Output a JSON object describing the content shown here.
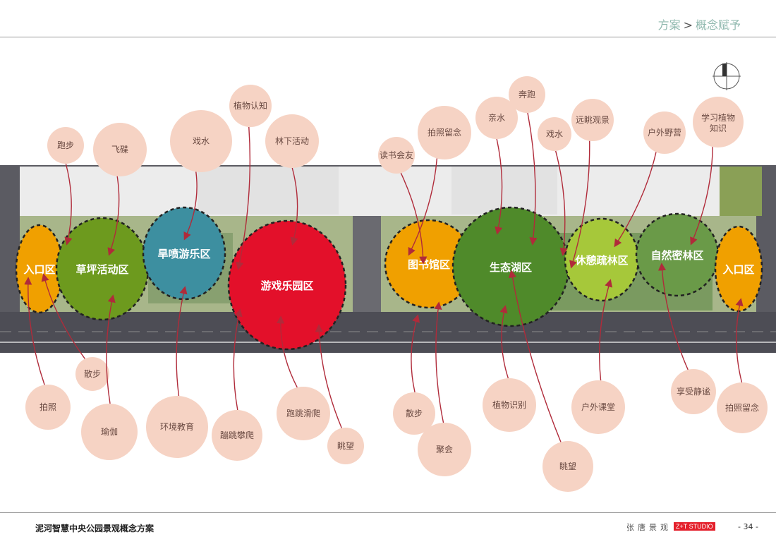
{
  "header": {
    "section": "方案",
    "separator": ">",
    "subsection": "概念赋予"
  },
  "footer": {
    "title": "泥河智慧中央公园景观概念方案",
    "studio_cn": "张唐景观",
    "studio_badge": "Z+T STUDIO",
    "page": "- 34 -"
  },
  "colors": {
    "orange": "#f0a000",
    "green": "#6d9a1e",
    "teal": "#3d8fa0",
    "red": "#e3102a",
    "dark_green": "#4f8a2a",
    "lime": "#a6c83a",
    "forest": "#6a9a48",
    "bubble": "#f6d3c4",
    "arrow": "#b02b3a"
  },
  "zones": [
    {
      "id": "entry-left",
      "label": "入口区",
      "color": "orange"
    },
    {
      "id": "lawn",
      "label": "草坪活动区",
      "color": "green"
    },
    {
      "id": "fountain",
      "label": "旱喷游乐区",
      "color": "teal"
    },
    {
      "id": "playground",
      "label": "游戏乐园区",
      "color": "red"
    },
    {
      "id": "library",
      "label": "图书馆区",
      "color": "orange"
    },
    {
      "id": "eco-lake",
      "label": "生态湖区",
      "color": "dark_green"
    },
    {
      "id": "rest-woods",
      "label": "休憩疏林区",
      "color": "lime"
    },
    {
      "id": "dense-forest",
      "label": "自然密林区",
      "color": "forest"
    },
    {
      "id": "entry-right",
      "label": "入口区",
      "color": "orange"
    }
  ],
  "activities": [
    {
      "label": "跑步"
    },
    {
      "label": "飞碟"
    },
    {
      "label": "戏水"
    },
    {
      "label": "植物认知"
    },
    {
      "label": "林下活动"
    },
    {
      "label": "读书会友"
    },
    {
      "label": "拍照留念"
    },
    {
      "label": "亲水"
    },
    {
      "label": "奔跑"
    },
    {
      "label": "戏水"
    },
    {
      "label": "远眺观景"
    },
    {
      "label": "户外野营"
    },
    {
      "label": "学习植物知识"
    },
    {
      "label": "拍照"
    },
    {
      "label": "散步"
    },
    {
      "label": "瑜伽"
    },
    {
      "label": "环境教育"
    },
    {
      "label": "蹦跳攀爬"
    },
    {
      "label": "跑跳滑爬"
    },
    {
      "label": "眺望"
    },
    {
      "label": "散步"
    },
    {
      "label": "聚会"
    },
    {
      "label": "植物识别"
    },
    {
      "label": "眺望"
    },
    {
      "label": "户外课堂"
    },
    {
      "label": "享受静谧"
    },
    {
      "label": "拍照留念"
    }
  ]
}
